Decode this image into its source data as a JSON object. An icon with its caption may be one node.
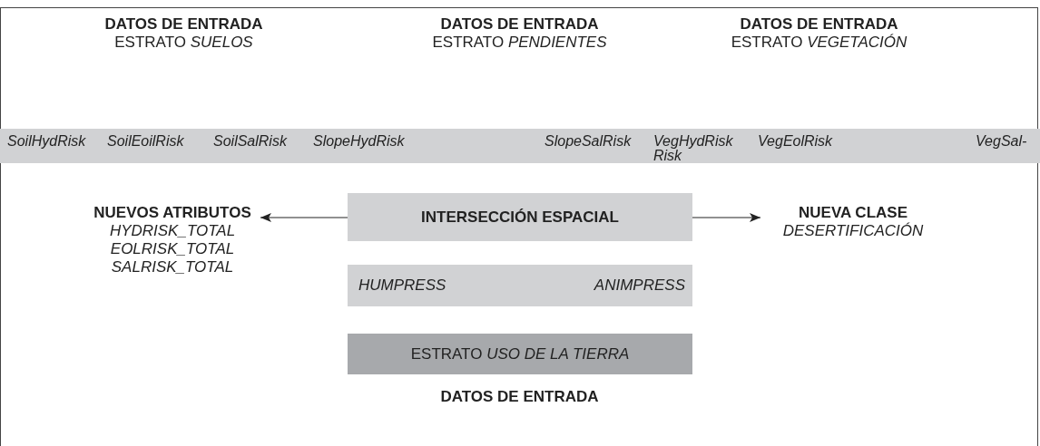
{
  "diagram": {
    "nodes": [
      {
        "text": [
          "INTERSECCIÓN ESPACIAL"
        ]
      },
      {
        "text": [
          "NUEVOS ATRIBUTOS",
          "HYDRISK_TOTAL EOLRISK_TOTAL SALRISK_TOTAL"
        ]
      },
      {
        "text": [
          "NUEVA CLASE",
          "DESERTIFICACIÓN"
        ]
      },
      {
        "text": [
          "SoilHydRisk",
          "SoilEoilRisk",
          "SoilSalRisk",
          "SlopeHydRisk",
          "SlopeSalRisk",
          "VegHydRisk",
          "Risk",
          "VegEolRisk",
          "VegSal-"
        ]
      },
      {
        "text": [
          "HUMPRESS",
          "ANIMPRESS"
        ]
      },
      {
        "text": [
          "ESTRATO *USO DE LA TIERRA*"
        ]
      }
    ],
    "edges": [
      {
        "from": 0,
        "to": 1,
        "arrow": "to"
      },
      {
        "from": 0,
        "to": 2,
        "arrow": "to"
      }
    ],
    "labels": [
      "DATOS DE ENTRADA",
      "ESTRATO *SUELOS*",
      "DATOS DE ENTRADA",
      "ESTRATO *PENDIENTES*",
      "DATOS DE ENTRADA",
      "ESTRATO *VEGETACIÓN*",
      "DATOS DE ENTRADA"
    ]
  }
}
